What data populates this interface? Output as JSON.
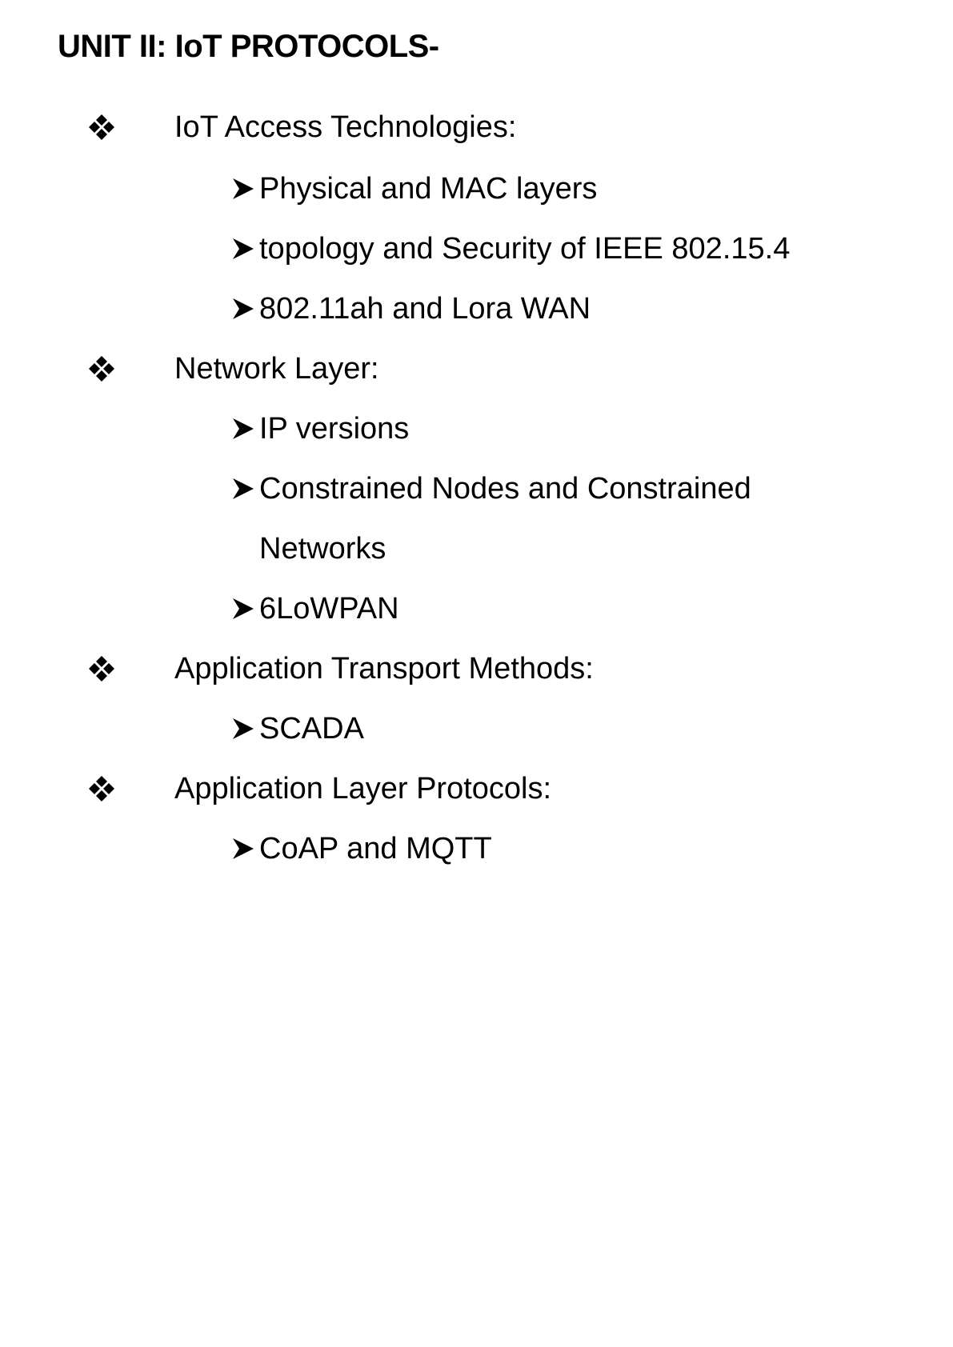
{
  "document": {
    "title": "UNIT II: IoT PROTOCOLS-",
    "sections": [
      {
        "label": "IoT Access Technologies:",
        "items": [
          "Physical and MAC layers",
          "topology and Security of IEEE 802.15.4",
          "802.11ah and Lora WAN"
        ]
      },
      {
        "label": "Network Layer:",
        "items": [
          "IP versions",
          "Constrained Nodes and Constrained",
          "Networks",
          "6LoWPAN"
        ]
      },
      {
        "label": "Application Transport Methods:",
        "items": [
          "SCADA"
        ]
      },
      {
        "label": "Application Layer Protocols:",
        "items": [
          "CoAP and MQTT"
        ]
      }
    ]
  },
  "icons": {
    "section_bullet": "four-diamond-bullet-icon",
    "item_bullet": "arrowhead-bullet-icon"
  }
}
